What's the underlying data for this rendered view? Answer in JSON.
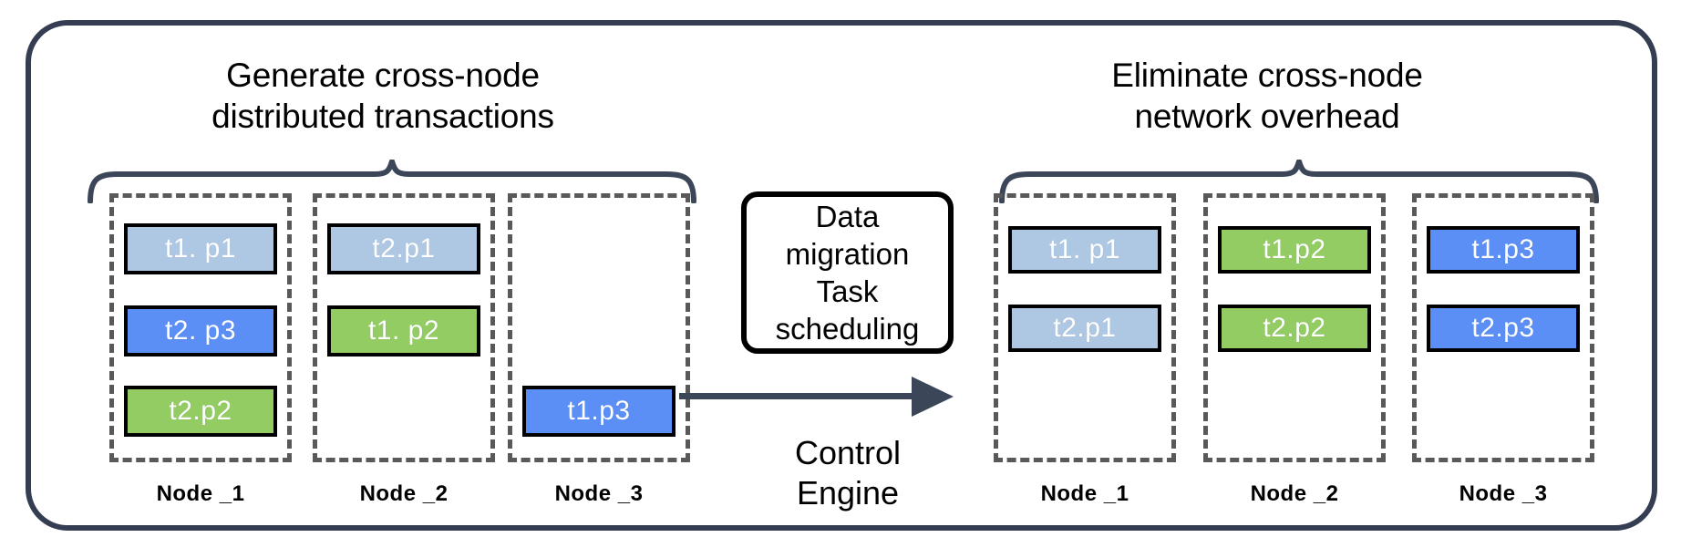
{
  "diagram": {
    "frame_color": "#343D52",
    "title_left": "Generate cross-node\ndistributed transactions",
    "title_right": "Eliminate cross-node\nnetwork overhead"
  },
  "legend_colors": {
    "light_blue": "#AEC7E3",
    "blue": "#5B8FF5",
    "green": "#92CC63",
    "dashed_border": "#595959",
    "arrow": "#3C4659"
  },
  "before": {
    "caption": "Generate cross-node\ndistributed transactions",
    "nodes": [
      {
        "label": "Node _1",
        "tiles": [
          {
            "text": "t1. p1",
            "color": "light_blue",
            "slot": 0
          },
          {
            "text": "t2. p3",
            "color": "blue",
            "slot": 1
          },
          {
            "text": "t2.p2",
            "color": "green",
            "slot": 2
          }
        ]
      },
      {
        "label": "Node _2",
        "tiles": [
          {
            "text": "t2.p1",
            "color": "light_blue",
            "slot": 0
          },
          {
            "text": "t1. p2",
            "color": "green",
            "slot": 1
          }
        ]
      },
      {
        "label": "Node _3",
        "tiles": [
          {
            "text": "t1.p3",
            "color": "blue",
            "slot": 2
          }
        ]
      }
    ]
  },
  "engine": {
    "box_text": "Data\nmigration\nTask\nscheduling",
    "arrow_label": "Control\nEngine"
  },
  "after": {
    "caption": "Eliminate cross-node\nnetwork overhead",
    "nodes": [
      {
        "label": "Node _1",
        "tiles": [
          {
            "text": "t1. p1",
            "color": "light_blue",
            "slot": 0
          },
          {
            "text": "t2.p1",
            "color": "light_blue",
            "slot": 1
          }
        ]
      },
      {
        "label": "Node _2",
        "tiles": [
          {
            "text": "t1.p2",
            "color": "green",
            "slot": 0
          },
          {
            "text": "t2.p2",
            "color": "green",
            "slot": 1
          }
        ]
      },
      {
        "label": "Node _3",
        "tiles": [
          {
            "text": "t1.p3",
            "color": "blue",
            "slot": 0
          },
          {
            "text": "t2.p3",
            "color": "blue",
            "slot": 1
          }
        ]
      }
    ]
  }
}
